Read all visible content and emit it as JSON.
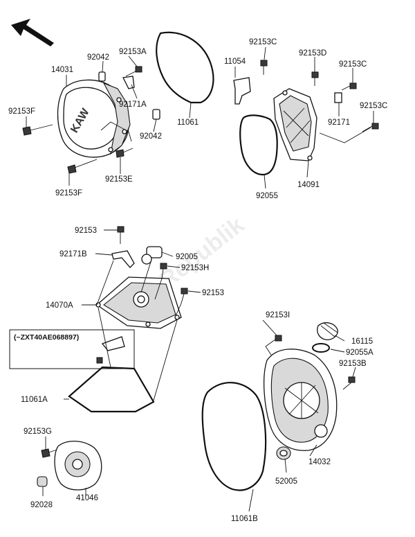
{
  "diagram": {
    "watermark": "PartsRepublik",
    "variant_note": "(~ZXT40AE068897)",
    "callouts": [
      {
        "id": "c14031",
        "text": "14031"
      },
      {
        "id": "c92042a",
        "text": "92042"
      },
      {
        "id": "c92153A",
        "text": "92153A"
      },
      {
        "id": "c92153F_a",
        "text": "92153F"
      },
      {
        "id": "c92171A",
        "text": "92171A"
      },
      {
        "id": "c92042b",
        "text": "92042"
      },
      {
        "id": "c11061",
        "text": "11061"
      },
      {
        "id": "c92153F_b",
        "text": "92153F"
      },
      {
        "id": "c92153E",
        "text": "92153E"
      },
      {
        "id": "c92153C_a",
        "text": "92153C"
      },
      {
        "id": "c11054",
        "text": "11054"
      },
      {
        "id": "c92153D",
        "text": "92153D"
      },
      {
        "id": "c92153C_b",
        "text": "92153C"
      },
      {
        "id": "c92153C_c",
        "text": "92153C"
      },
      {
        "id": "c92171",
        "text": "92171"
      },
      {
        "id": "c92055",
        "text": "92055"
      },
      {
        "id": "c14091",
        "text": "14091"
      },
      {
        "id": "c92153_a",
        "text": "92153"
      },
      {
        "id": "c92171B",
        "text": "92171B"
      },
      {
        "id": "c92005",
        "text": "92005"
      },
      {
        "id": "c92153H",
        "text": "92153H"
      },
      {
        "id": "c14070A",
        "text": "14070A"
      },
      {
        "id": "c92153_b",
        "text": "92153"
      },
      {
        "id": "c11061A",
        "text": "11061A"
      },
      {
        "id": "c92153I",
        "text": "92153I"
      },
      {
        "id": "c16115",
        "text": "16115"
      },
      {
        "id": "c92055A",
        "text": "92055A"
      },
      {
        "id": "c92153B",
        "text": "92153B"
      },
      {
        "id": "c92153G",
        "text": "92153G"
      },
      {
        "id": "c92028",
        "text": "92028"
      },
      {
        "id": "c41046",
        "text": "41046"
      },
      {
        "id": "c11061B",
        "text": "11061B"
      },
      {
        "id": "c52005",
        "text": "52005"
      },
      {
        "id": "c14032",
        "text": "14032"
      }
    ]
  }
}
